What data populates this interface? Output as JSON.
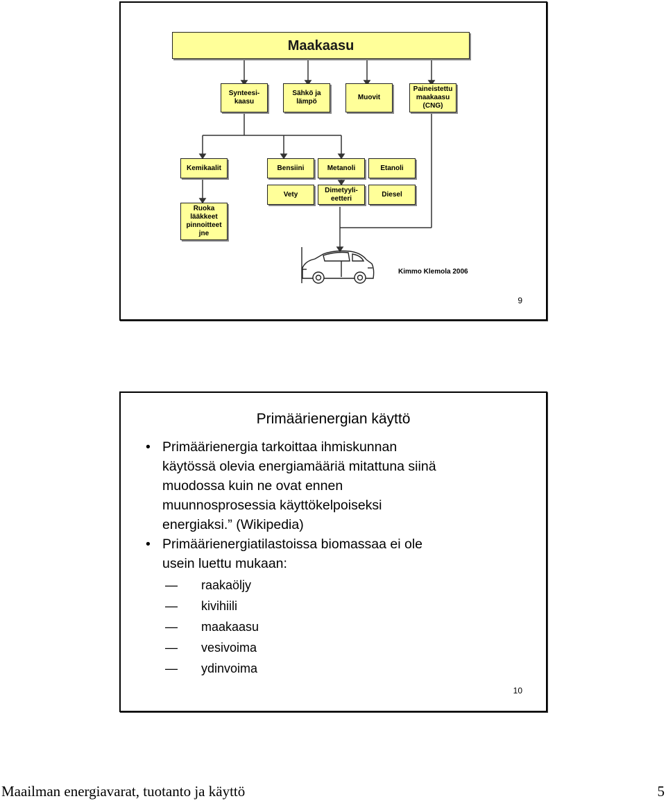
{
  "slide1": {
    "title": "Maakaasu",
    "row1": [
      "Synteesi-\nkaasu",
      "Sähkö ja\nlämpö",
      "Muovit",
      "Paineistettu\nmaakaasu\n(CNG)"
    ],
    "row2": [
      "Kemikaalit",
      "Bensiini",
      "Metanoli",
      "Etanoli"
    ],
    "row3": [
      "Vety",
      "Dimetyyli-\neetteri",
      "Diesel"
    ],
    "food_box": "Ruoka\nlääkkeet\npinnoitteet\njne",
    "credit": "Kimmo Klemola 2006",
    "page_number": "9"
  },
  "slide2": {
    "title": "Primäärienergian käyttö",
    "bullet1": "Primäärienergia tarkoittaa ihmiskunnan\nkäytössä olevia energiamääriä mitattuna siinä\nmuodossa kuin ne ovat ennen\nmuunnosprosessia käyttökelpoiseksi\nenergiaksi.” (Wikipedia)",
    "bullet2": "Primäärienergiatilastoissa biomassaa ei ole\nusein luettu mukaan:",
    "sub_items": [
      "raakaöljy",
      "kivihiili",
      "maakaasu",
      "vesivoima",
      "ydinvoima"
    ],
    "page_number": "10"
  },
  "footer": {
    "title": "Maailman energiavarat, tuotanto ja käyttö",
    "page": "5"
  }
}
